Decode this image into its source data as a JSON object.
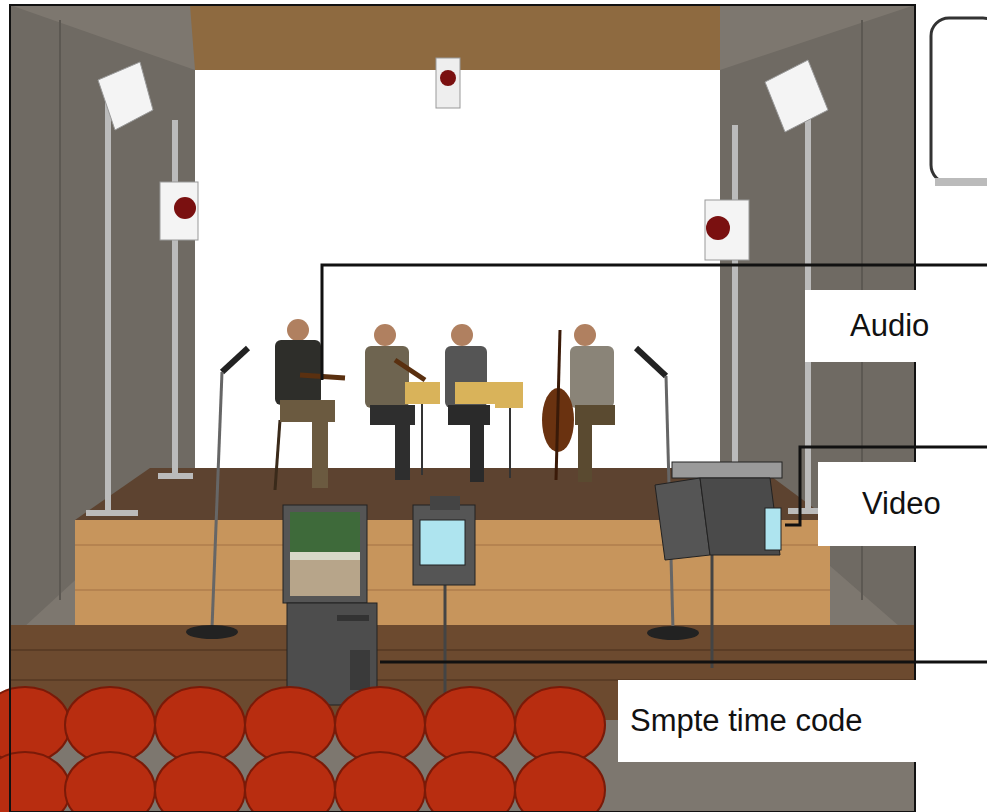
{
  "diagram": {
    "labels": [
      "Audio",
      "Video",
      "Smpte time code"
    ]
  }
}
